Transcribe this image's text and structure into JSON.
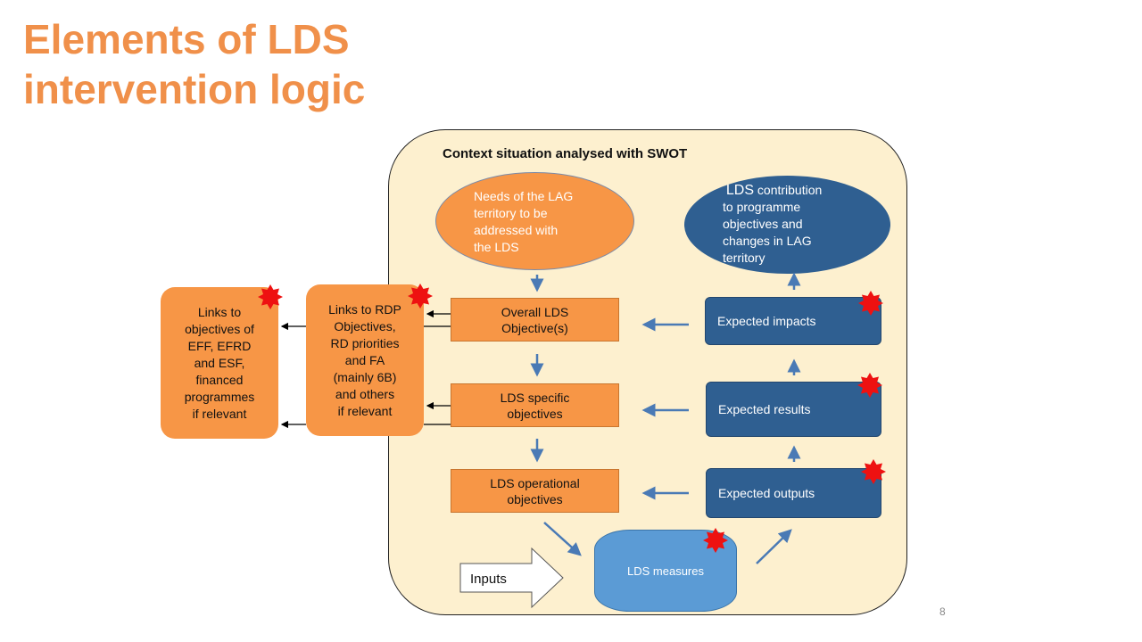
{
  "title": {
    "line1": "Elements of LDS",
    "line2": "intervention logic"
  },
  "context_label": "Context situation analysed with SWOT",
  "needs": {
    "line1": "Needs of the LAG",
    "line2": "territory to be",
    "line3": "addressed with",
    "line4": "the LDS"
  },
  "contribution": {
    "word": "LDS",
    "rest1": " contribution",
    "line2": "to  programme",
    "line3": "objectives and",
    "line4": "changes in LAG",
    "line5": "territory"
  },
  "objectives": {
    "overall": {
      "line1": "Overall LDS",
      "line2": "Objective(s)"
    },
    "specific": {
      "line1": "LDS specific",
      "line2": "objectives"
    },
    "operational": {
      "line1": "LDS operational",
      "line2": "objectives"
    }
  },
  "expected": {
    "impacts": "Expected impacts",
    "results": "Expected results",
    "outputs": "Expected outputs"
  },
  "measures": "LDS measures",
  "inputs": "Inputs",
  "rdp_links": {
    "line1": "Links to RDP",
    "line2": "Objectives,",
    "line3": "RD priorities",
    "line4": "and FA",
    "line5": "(mainly 6B)",
    "line6": "and others",
    "line7": "if relevant"
  },
  "fund_links": {
    "line1": "Links to",
    "line2": "objectives of",
    "line3": "EFF, EFRD",
    "line4": "and ESF,",
    "line5": "financed",
    "line6": "programmes",
    "line7": "if relevant"
  },
  "page_number": "8",
  "colors": {
    "title": "#f0904a",
    "panel": "#fdf0cf",
    "orange": "#f79646",
    "dark_blue": "#2f5f91",
    "light_blue": "#5b9bd5",
    "arrow_blue": "#4a7ab5",
    "star": "#ee1111"
  },
  "icons": {
    "star": "red-star-icon",
    "arrow": "arrow-icon"
  }
}
